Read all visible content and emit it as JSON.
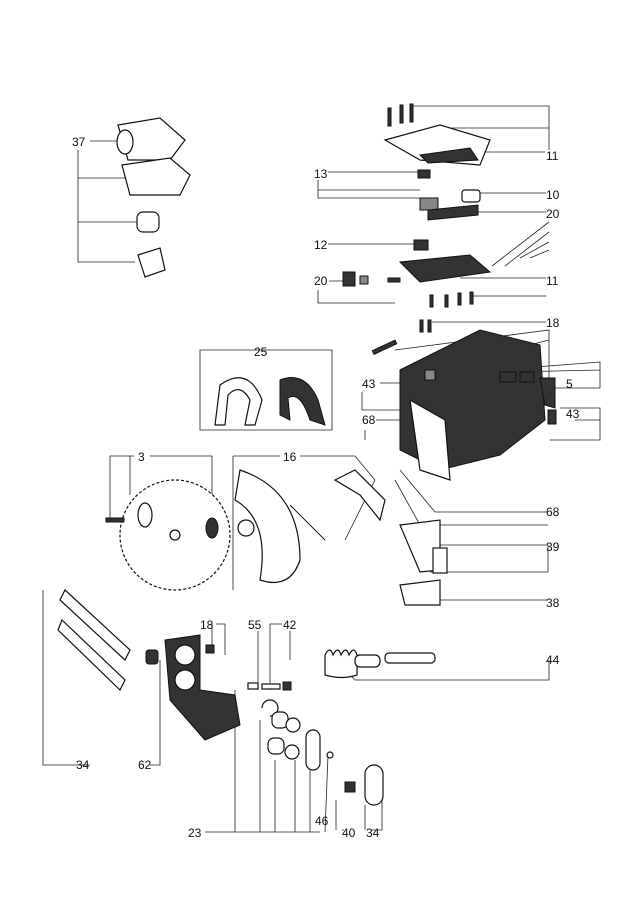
{
  "diagram": {
    "type": "exploded-parts-diagram",
    "callouts": [
      "37",
      "11",
      "13",
      "10",
      "20",
      "12",
      "20",
      "11",
      "18",
      "25",
      "43",
      "5",
      "68",
      "43",
      "3",
      "16",
      "68",
      "39",
      "38",
      "18",
      "55",
      "42",
      "44",
      "34",
      "62",
      "23",
      "46",
      "40",
      "34"
    ]
  }
}
